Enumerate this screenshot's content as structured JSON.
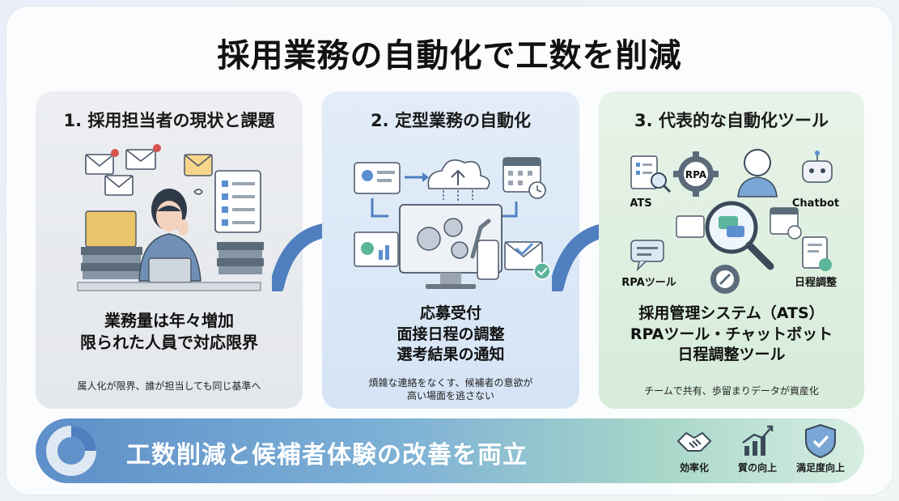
{
  "title": "採用業務の自動化で工数を削減",
  "panels": [
    {
      "heading": "1. 採用担当者の現状と課題",
      "lines": [
        "業務量は年々増加",
        "限られた人員で対応限界"
      ],
      "note": [
        "属人化が限界、誰が担当しても同じ基準へ"
      ]
    },
    {
      "heading": "2. 定型業務の自動化",
      "lines": [
        "応募受付",
        "面接日程の調整",
        "選考結果の通知"
      ],
      "note": [
        "煩雑な連絡をなくす、候補者の意欲が",
        "高い場面を逃さない"
      ]
    },
    {
      "heading": "3. 代表的な自動化ツール",
      "lines": [
        "採用管理システム（ATS）",
        "RPAツール・チャットボット",
        "日程調整ツール"
      ],
      "note": [
        "チームで共有、歩留まりデータが資産化"
      ],
      "icon_labels": {
        "ats": "ATS",
        "rpa": "RPA",
        "chatbot": "Chatbot",
        "rpa_tool": "RPAツール",
        "schedule": "日程調整"
      }
    }
  ],
  "banner": {
    "text": "工数削減と候補者体験の改善を両立",
    "icons": [
      {
        "icon": "handshake-icon",
        "label": "効率化"
      },
      {
        "icon": "growth-chart-icon",
        "label": "質の向上"
      },
      {
        "icon": "shield-check-icon",
        "label": "満足度向上"
      }
    ]
  },
  "colors": {
    "accent_blue": "#4f7fbf",
    "panel1": "#e8eaed",
    "panel2": "#dce9f7",
    "panel3": "#dfefe0"
  }
}
